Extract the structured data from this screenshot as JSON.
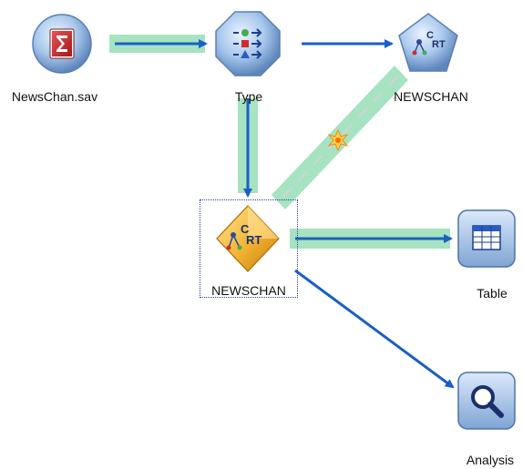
{
  "canvas": {
    "background": "#ffffff",
    "link_color": "#1a5fc8",
    "highlight_color": "#a6e3c0"
  },
  "nodes": {
    "source_file": {
      "label": "NewsChan.sav",
      "icon": "sav-file-icon"
    },
    "type_node": {
      "label": "Type",
      "icon": "type-node-icon"
    },
    "modeler_node": {
      "label": "NEWSCHAN",
      "icon": "crt-modeler-icon"
    },
    "model_nugget": {
      "label": "NEWSCHAN",
      "icon": "crt-nugget-icon"
    },
    "table_output": {
      "label": "Table",
      "icon": "table-icon"
    },
    "analysis_output": {
      "label": "Analysis",
      "icon": "magnifier-icon"
    }
  }
}
